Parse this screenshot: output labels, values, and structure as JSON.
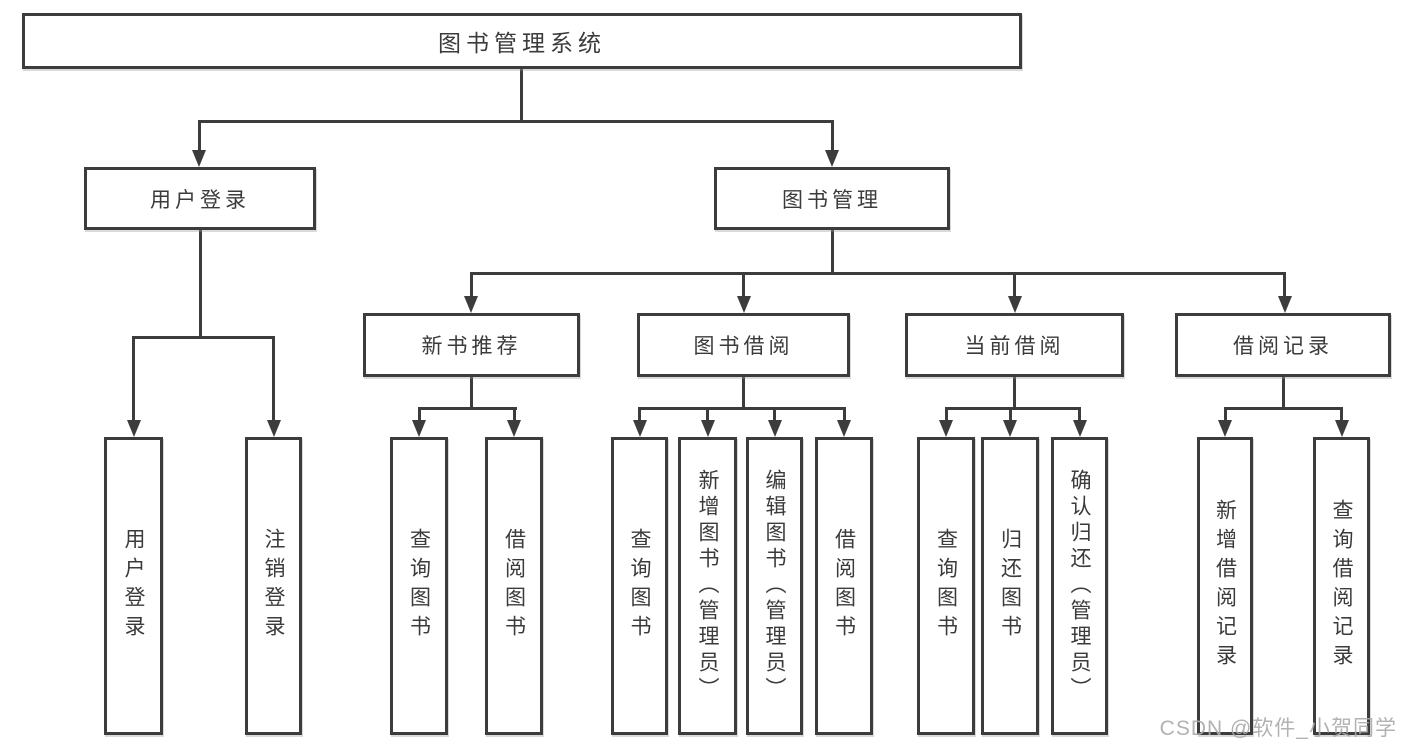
{
  "diagram": {
    "root": {
      "label": "图书管理系统"
    },
    "level2": [
      {
        "label": "用户登录"
      },
      {
        "label": "图书管理"
      }
    ],
    "level3": [
      {
        "label": "新书推荐"
      },
      {
        "label": "图书借阅"
      },
      {
        "label": "当前借阅"
      },
      {
        "label": "借阅记录"
      }
    ],
    "leaves": [
      {
        "label": "用户登录"
      },
      {
        "label": "注销登录"
      },
      {
        "label": "查询图书"
      },
      {
        "label": "借阅图书"
      },
      {
        "label": "查询图书"
      },
      {
        "label": "新增图书（管理员）"
      },
      {
        "label": "编辑图书（管理员）"
      },
      {
        "label": "借阅图书"
      },
      {
        "label": "查询图书"
      },
      {
        "label": "归还图书"
      },
      {
        "label": "确认归还（管理员）"
      },
      {
        "label": "新增借阅记录"
      },
      {
        "label": "查询借阅记录"
      }
    ]
  },
  "watermark": {
    "text": "CSDN @软件_小贺同学"
  },
  "colors": {
    "line": "#3c3c3c",
    "text": "#3b3b3b",
    "watermark": "#ababab",
    "background": "#ffffff"
  }
}
